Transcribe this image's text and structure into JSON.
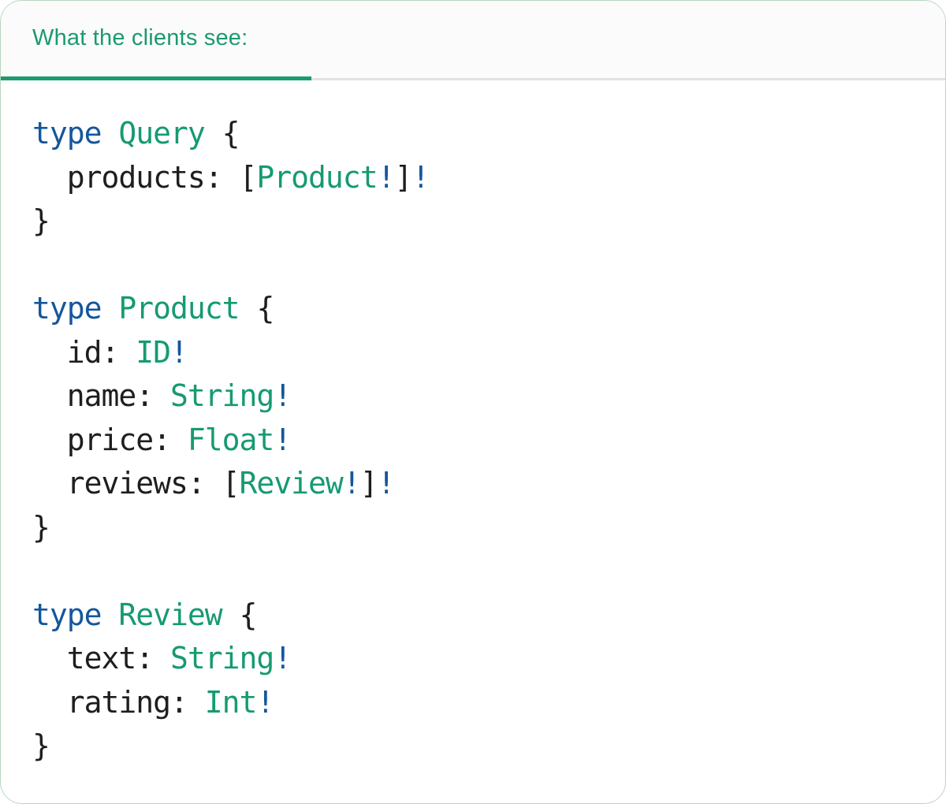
{
  "card": {
    "tab": {
      "label": "What the clients see:"
    },
    "colors": {
      "header_green": "#1b9a6e",
      "active_tab_underline": "#1a9c6e",
      "keyword_blue": "#14579d",
      "type_green": "#169a72",
      "code_text": "#1e1e1e",
      "tabbar_background": "#fbfbfb",
      "tabbar_border": "#e3e3e3",
      "card_border": "#b9d6c2"
    }
  },
  "code": {
    "language": "graphql",
    "plain_text": "type Query {\n  products: [Product!]!\n}\n\ntype Product {\n  id: ID!\n  name: String!\n  price: Float!\n  reviews: [Review!]!\n}\n\ntype Review {\n  text: String!\n  rating: Int!\n}",
    "lines": [
      [
        {
          "t": "type",
          "c": "kw"
        },
        {
          "t": " ",
          "c": "pl"
        },
        {
          "t": "Query",
          "c": "ty"
        },
        {
          "t": " {",
          "c": "pl"
        }
      ],
      [
        {
          "t": "  products: [",
          "c": "pl"
        },
        {
          "t": "Product",
          "c": "ty"
        },
        {
          "t": "!",
          "c": "bang"
        },
        {
          "t": "]",
          "c": "pl"
        },
        {
          "t": "!",
          "c": "bang"
        }
      ],
      [
        {
          "t": "}",
          "c": "pl"
        }
      ],
      [],
      [
        {
          "t": "type",
          "c": "kw"
        },
        {
          "t": " ",
          "c": "pl"
        },
        {
          "t": "Product",
          "c": "ty"
        },
        {
          "t": " {",
          "c": "pl"
        }
      ],
      [
        {
          "t": "  id: ",
          "c": "pl"
        },
        {
          "t": "ID",
          "c": "ty"
        },
        {
          "t": "!",
          "c": "bang"
        }
      ],
      [
        {
          "t": "  name: ",
          "c": "pl"
        },
        {
          "t": "String",
          "c": "ty"
        },
        {
          "t": "!",
          "c": "bang"
        }
      ],
      [
        {
          "t": "  price: ",
          "c": "pl"
        },
        {
          "t": "Float",
          "c": "ty"
        },
        {
          "t": "!",
          "c": "bang"
        }
      ],
      [
        {
          "t": "  reviews: [",
          "c": "pl"
        },
        {
          "t": "Review",
          "c": "ty"
        },
        {
          "t": "!",
          "c": "bang"
        },
        {
          "t": "]",
          "c": "pl"
        },
        {
          "t": "!",
          "c": "bang"
        }
      ],
      [
        {
          "t": "}",
          "c": "pl"
        }
      ],
      [],
      [
        {
          "t": "type",
          "c": "kw"
        },
        {
          "t": " ",
          "c": "pl"
        },
        {
          "t": "Review",
          "c": "ty"
        },
        {
          "t": " {",
          "c": "pl"
        }
      ],
      [
        {
          "t": "  text: ",
          "c": "pl"
        },
        {
          "t": "String",
          "c": "ty"
        },
        {
          "t": "!",
          "c": "bang"
        }
      ],
      [
        {
          "t": "  rating: ",
          "c": "pl"
        },
        {
          "t": "Int",
          "c": "ty"
        },
        {
          "t": "!",
          "c": "bang"
        }
      ],
      [
        {
          "t": "}",
          "c": "pl"
        }
      ]
    ]
  }
}
